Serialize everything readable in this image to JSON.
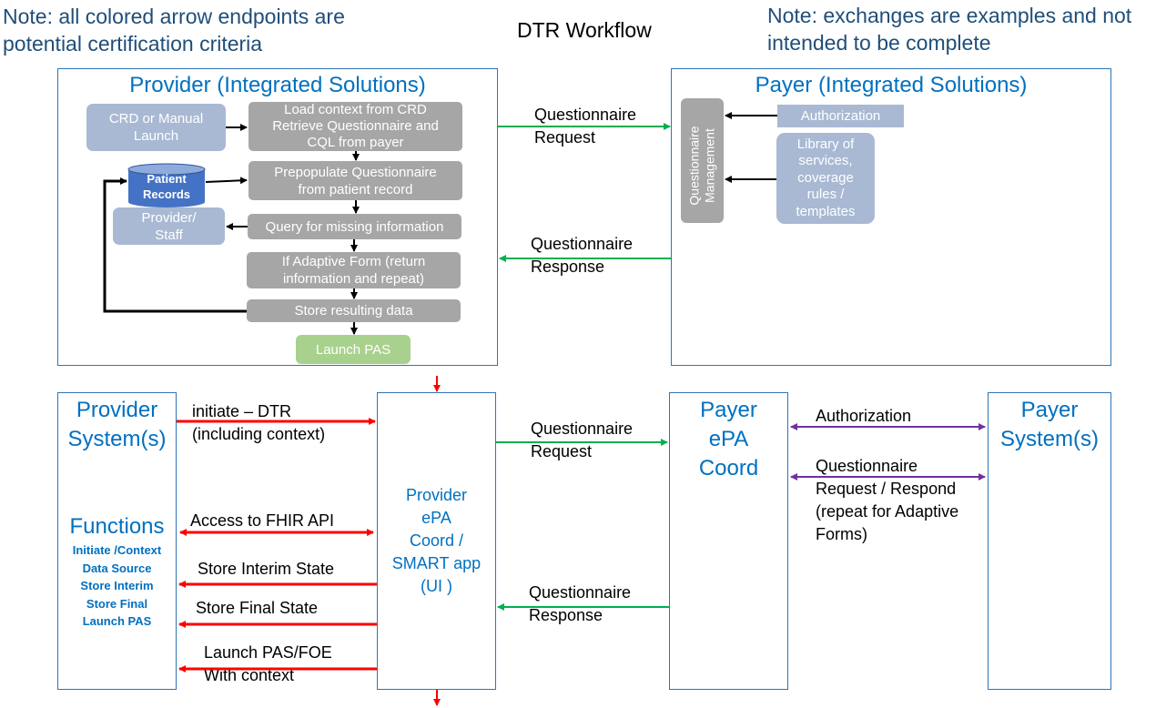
{
  "notes": {
    "left": [
      "Note: all colored arrow endpoints are",
      "potential certification criteria"
    ],
    "right": [
      "Note: exchanges are examples and not",
      "intended to be complete"
    ]
  },
  "title": "DTR Workflow",
  "provider_panel": {
    "title": "Provider (Integrated Solutions)",
    "crd_launch": [
      "CRD or Manual",
      "Launch"
    ],
    "load_context": [
      "Load context from CRD",
      "Retrieve Questionnaire and",
      "CQL from payer"
    ],
    "patient_records": [
      "Patient",
      "Records"
    ],
    "prepopulate": [
      "Prepopulate Questionnaire",
      "from patient record"
    ],
    "provider_staff": [
      "Provider/",
      "Staff"
    ],
    "query_missing": "Query for missing information",
    "adaptive_form": [
      "If Adaptive Form (return",
      "information and repeat)"
    ],
    "store_resulting": "Store resulting data",
    "launch_pas": "Launch PAS"
  },
  "payer_panel": {
    "title": "Payer (Integrated Solutions)",
    "questionnaire_management": [
      "Questionnaire",
      "Management"
    ],
    "authorization": "Authorization",
    "library": [
      "Library of",
      "services,",
      "coverage",
      "rules /",
      "templates"
    ]
  },
  "top_exchanges": {
    "request": [
      "Questionnaire",
      "Request"
    ],
    "response": [
      "Questionnaire",
      "Response"
    ]
  },
  "bottom": {
    "provider_systems": [
      "Provider",
      "System(s)"
    ],
    "functions_title": "Functions",
    "functions": [
      "Initiate /Context",
      "Data Source",
      "Store Interim",
      "Store Final",
      "Launch PAS"
    ],
    "initiate_dtr": [
      "initiate – DTR",
      "(including context)"
    ],
    "access_fhir": "Access to FHIR API",
    "store_interim": "Store Interim State",
    "store_final": "Store Final State",
    "launch_pas_foe": [
      "Launch PAS/FOE",
      "With context"
    ],
    "provider_epa": [
      "Provider",
      "ePA",
      "Coord /",
      "SMART app",
      "(UI )"
    ],
    "q_request": [
      "Questionnaire",
      "Request"
    ],
    "q_response": [
      "Questionnaire",
      "Response"
    ],
    "payer_epa": [
      "Payer",
      "ePA",
      "Coord"
    ],
    "authorization": "Authorization",
    "q_request_respond": [
      "Questionnaire",
      "Request / Respond",
      "(repeat for Adaptive",
      "Forms)"
    ],
    "payer_systems": [
      "Payer",
      "System(s)"
    ]
  },
  "colors": {
    "red": "#ff0000",
    "green": "#00b050",
    "purple": "#7030a0",
    "black": "#000000",
    "blue_accent": "#0070c0"
  }
}
